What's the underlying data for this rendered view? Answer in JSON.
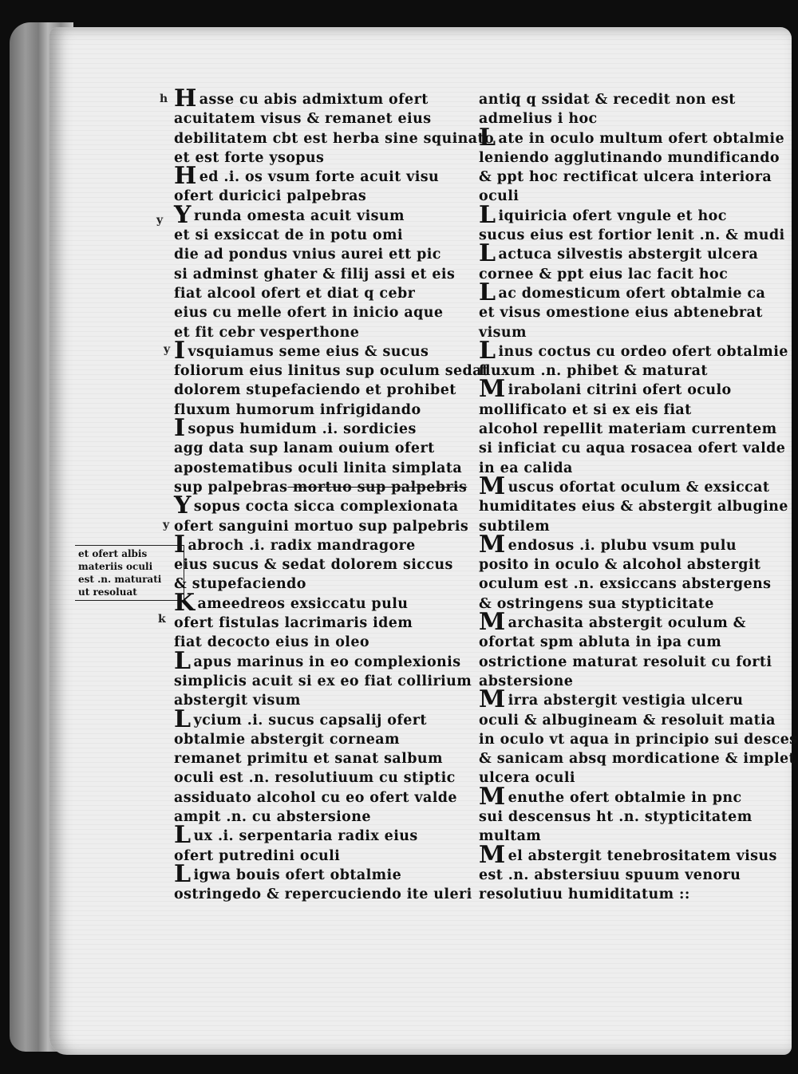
{
  "left_column": [
    {
      "cap": "H",
      "text": "asse cu abis admixtum ofert"
    },
    {
      "cap": "",
      "text": "acuitatem visus & remanet eius"
    },
    {
      "cap": "",
      "text": "debilitatem cbt est herba sine squinato"
    },
    {
      "cap": "",
      "text": "et est forte ysopus"
    },
    {
      "cap": "H",
      "text": "ed .i. os vsum forte acuit visu"
    },
    {
      "cap": "",
      "text": "ofert duricici palpebras"
    },
    {
      "cap": "Y",
      "text": "runda omesta acuit visum"
    },
    {
      "cap": "",
      "text": "et si exsiccat de in potu omi"
    },
    {
      "cap": "",
      "text": "die ad pondus vnius aurei ett pic"
    },
    {
      "cap": "",
      "text": "si adminst ghater & filij assi et eis"
    },
    {
      "cap": "",
      "text": "fiat alcool ofert et diat q cebr"
    },
    {
      "cap": "",
      "text": "eius cu melle ofert in inicio aque"
    },
    {
      "cap": "",
      "text": "et fit cebr vesperthone"
    },
    {
      "cap": "I",
      "text": "vsquiamus seme eius & sucus"
    },
    {
      "cap": "",
      "text": "foliorum eius linitus sup oculum sedat"
    },
    {
      "cap": "",
      "text": "dolorem stupefaciendo et prohibet"
    },
    {
      "cap": "",
      "text": "fluxum humorum infrigidando"
    },
    {
      "cap": "I",
      "text": "sopus humidum .i. sordicies"
    },
    {
      "cap": "",
      "text": "agg data sup lanam ouium ofert"
    },
    {
      "cap": "",
      "text": "apostematibus oculi linita simplata"
    },
    {
      "cap": "",
      "text": "sup palpebras",
      "strike": "mortuo sup palpebris"
    },
    {
      "cap": "Y",
      "text": "sopus cocta sicca complexionata"
    },
    {
      "cap": "",
      "text": "ofert sanguini mortuo sup palpebris"
    },
    {
      "cap": "I",
      "text": "abroch .i. radix mandragore"
    },
    {
      "cap": "",
      "text": "eius sucus & sedat dolorem siccus"
    },
    {
      "cap": "",
      "text": "& stupefaciendo"
    },
    {
      "cap": "K",
      "text": "ameedreos exsiccatu pulu"
    },
    {
      "cap": "",
      "text": "ofert fistulas lacrimaris idem"
    },
    {
      "cap": "",
      "text": "fiat decocto eius in oleo"
    },
    {
      "cap": "L",
      "text": "apus marinus in eo complexionis"
    },
    {
      "cap": "",
      "text": "simplicis acuit si ex eo fiat collirium"
    },
    {
      "cap": "",
      "text": "abstergit visum"
    },
    {
      "cap": "L",
      "text": "ycium .i. sucus capsalij ofert"
    },
    {
      "cap": "",
      "text": "obtalmie abstergit corneam"
    },
    {
      "cap": "",
      "text": "remanet primitu et sanat salbum"
    },
    {
      "cap": "",
      "text": "oculi est .n. resolutiuum cu stiptic"
    },
    {
      "cap": "",
      "text": "assiduato alcohol cu eo ofert valde"
    },
    {
      "cap": "",
      "text": "ampit .n. cu abstersione"
    },
    {
      "cap": "L",
      "text": "ux .i. serpentaria radix eius"
    },
    {
      "cap": "",
      "text": "ofert putredini oculi"
    },
    {
      "cap": "L",
      "text": "igwa bouis ofert obtalmie"
    },
    {
      "cap": "",
      "text": "ostringedo & repercuciendo ite uleri"
    }
  ],
  "right_column": [
    {
      "cap": "",
      "text": "antiq q ssidat & recedit non est"
    },
    {
      "cap": "",
      "text": "admelius i hoc"
    },
    {
      "cap": "L",
      "text": "ate in oculo multum ofert obtalmie"
    },
    {
      "cap": "",
      "text": "leniendo agglutinando mundificando"
    },
    {
      "cap": "",
      "text": "& ppt hoc rectificat ulcera interiora"
    },
    {
      "cap": "",
      "text": "oculi"
    },
    {
      "cap": "L",
      "text": "iquiricia ofert vngule et hoc"
    },
    {
      "cap": "",
      "text": "sucus eius est fortior lenit .n. & mudi"
    },
    {
      "cap": "L",
      "text": "actuca silvestis abstergit ulcera"
    },
    {
      "cap": "",
      "text": "cornee & ppt eius lac facit hoc"
    },
    {
      "cap": "L",
      "text": "ac domesticum ofert obtalmie ca"
    },
    {
      "cap": "",
      "text": "et visus omestione eius abtenebrat"
    },
    {
      "cap": "",
      "text": "visum"
    },
    {
      "cap": "L",
      "text": "inus coctus cu ordeo ofert obtalmie"
    },
    {
      "cap": "",
      "text": "fluxum .n. phibet & maturat"
    },
    {
      "cap": "M",
      "text": "irabolani citrini ofert oculo"
    },
    {
      "cap": "",
      "text": "mollificato et si ex eis fiat"
    },
    {
      "cap": "",
      "text": "alcohol repellit materiam currentem"
    },
    {
      "cap": "",
      "text": "si inficiat cu aqua rosacea ofert valde"
    },
    {
      "cap": "",
      "text": "in ea calida"
    },
    {
      "cap": "M",
      "text": "uscus ofortat oculum & exsiccat"
    },
    {
      "cap": "",
      "text": "humiditates eius & abstergit albugine"
    },
    {
      "cap": "",
      "text": "subtilem"
    },
    {
      "cap": "M",
      "text": "endosus .i. plubu vsum pulu"
    },
    {
      "cap": "",
      "text": "posito in oculo & alcohol abstergit"
    },
    {
      "cap": "",
      "text": "oculum est .n. exsiccans abstergens"
    },
    {
      "cap": "",
      "text": "& ostringens sua stypticitate"
    },
    {
      "cap": "M",
      "text": "archasita abstergit oculum &"
    },
    {
      "cap": "",
      "text": "ofortat spm abluta in ipa cum"
    },
    {
      "cap": "",
      "text": "ostrictione maturat resoluit cu forti"
    },
    {
      "cap": "",
      "text": "abstersione"
    },
    {
      "cap": "M",
      "text": "irra abstergit vestigia ulceru"
    },
    {
      "cap": "",
      "text": "oculi & albugineam & resoluit matia"
    },
    {
      "cap": "",
      "text": "in oculo vt aqua in principio sui descesu"
    },
    {
      "cap": "",
      "text": "& sanicam absq mordicatione & implet"
    },
    {
      "cap": "",
      "text": "ulcera oculi"
    },
    {
      "cap": "M",
      "text": "enuthe ofert obtalmie in pnc"
    },
    {
      "cap": "",
      "text": "sui descensus ht .n. stypticitatem"
    },
    {
      "cap": "",
      "text": "multam"
    },
    {
      "cap": "M",
      "text": "el abstergit tenebrositatem visus"
    },
    {
      "cap": "",
      "text": "est .n. abstersiuu spuum venoru"
    },
    {
      "cap": "",
      "text": "resolutiuu humiditatum ::"
    }
  ],
  "margin_note": [
    "et ofert albis",
    "materiis oculi",
    "est .n. maturati",
    "ut resoluat"
  ],
  "margin_marks": [
    "h",
    "y",
    "y",
    "y",
    "k"
  ]
}
